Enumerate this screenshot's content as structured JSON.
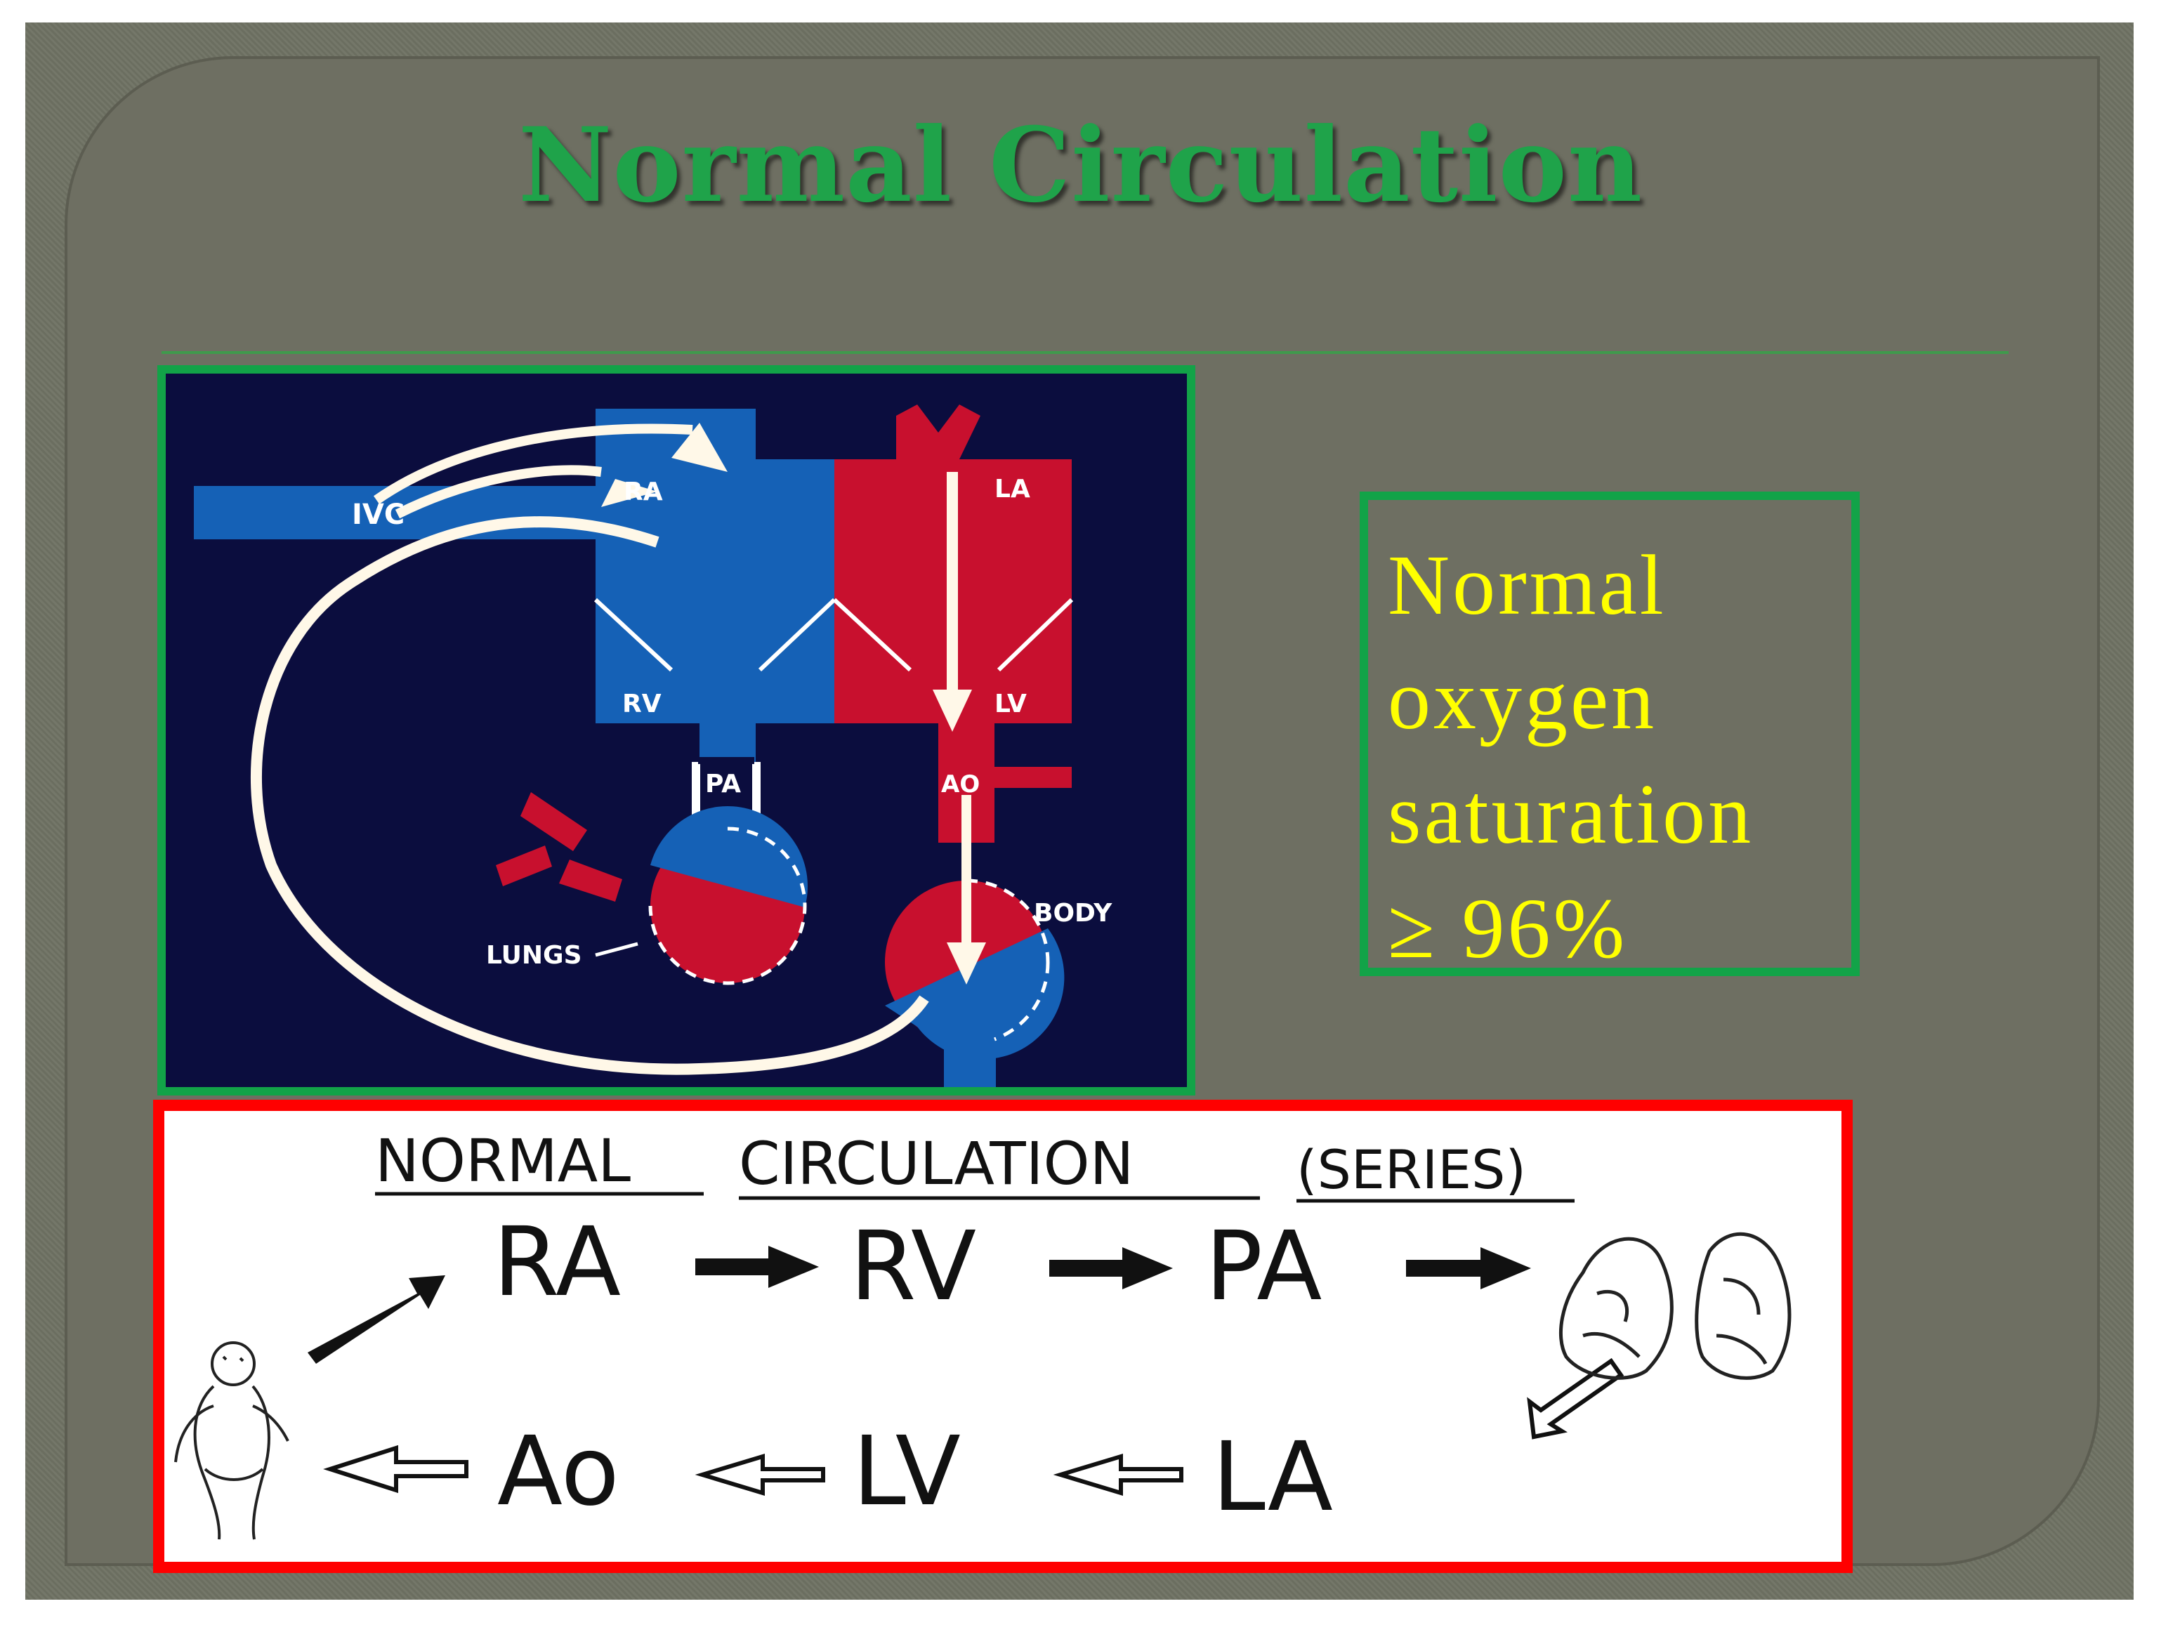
{
  "slide": {
    "title": "Normal Circulation",
    "callout_lines": [
      "Normal",
      "oxygen",
      "saturation",
      "≥ 96%"
    ]
  },
  "diagram": {
    "labels": {
      "ivc": "IVC",
      "ra": "RA",
      "rv": "RV",
      "pa": "PA",
      "la": "LA",
      "lv": "LV",
      "ao": "AO",
      "lungs": "LUNGS",
      "body": "BODY"
    },
    "colors": {
      "background": "#0b0d3e",
      "deoxygenated": "#1561b6",
      "oxygenated": "#c8102e",
      "flow_arrow": "#fff8e8"
    }
  },
  "series_chart": {
    "title_words": [
      "NORMAL",
      "CIRCULATION",
      "(SERIES)"
    ],
    "top_row": [
      "RA",
      "RV",
      "PA"
    ],
    "bottom_row": [
      "Ao",
      "LV",
      "LA"
    ],
    "icons": [
      "baby-icon",
      "lungs-icon"
    ]
  }
}
